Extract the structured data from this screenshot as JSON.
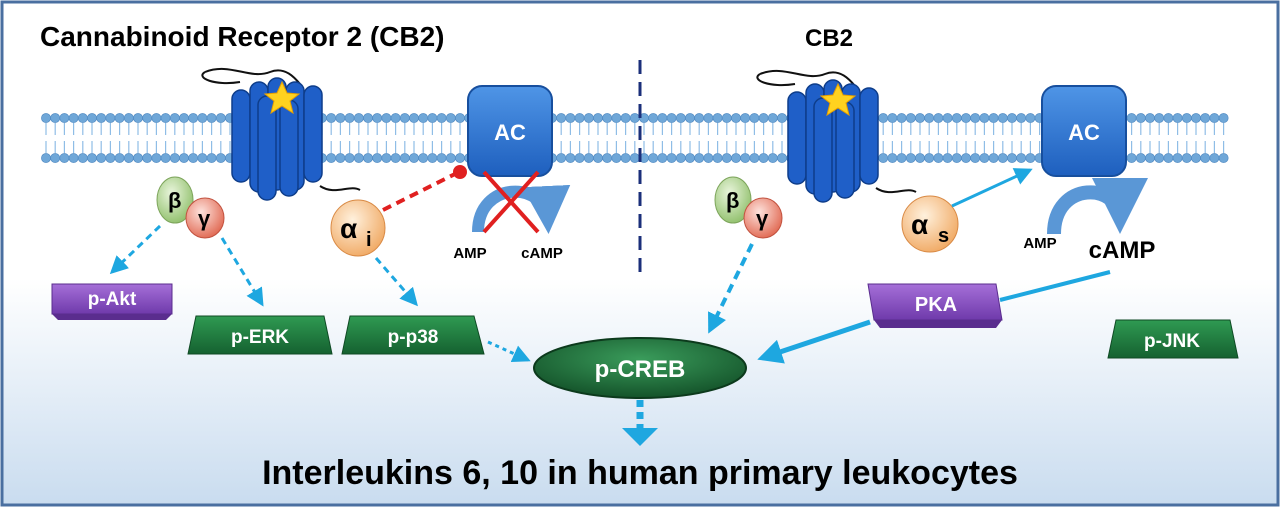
{
  "title": "Cannabinoid Receptor 2 (CB2)",
  "right_receptor_label": "CB2",
  "footer": "Interleukins 6, 10 in human primary leukocytes",
  "left_panel": {
    "beta": "β",
    "gamma": "γ",
    "alpha": "α",
    "alpha_sub": "i",
    "ac": "AC",
    "amp": "AMP",
    "camp": "cAMP",
    "p_akt": "p-Akt",
    "p_erk": "p-ERK",
    "p_p38": "p-p38"
  },
  "right_panel": {
    "beta": "β",
    "gamma": "γ",
    "alpha": "α",
    "alpha_sub": "s",
    "ac": "AC",
    "amp": "AMP",
    "camp": "cAMP",
    "pka": "PKA",
    "p_jnk": "p-JNK"
  },
  "center": {
    "p_creb": "p-CREB"
  },
  "colors": {
    "frame": "#4a6fa0",
    "background": "#d9e6f3",
    "membrane": "#6fa7d8",
    "receptor": "#1f5fc8",
    "ac_box": "#2f7ad8",
    "arrow": "#1ea7e0",
    "inhibit": "#e02020",
    "kinase_green": "#1f7a3c",
    "kinase_purple": "#8a4fc4",
    "creb": "#1f6a34"
  }
}
